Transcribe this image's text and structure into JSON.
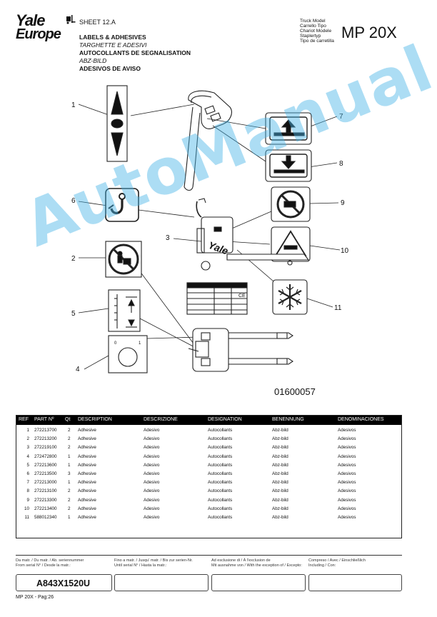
{
  "header": {
    "logo_line1": "Yale",
    "logo_line2": "Europe",
    "sheet": "SHEET 12.A",
    "titles": [
      {
        "text": "LABELS & ADHESIVES",
        "style": "bold"
      },
      {
        "text": "TARGHETTE E ADESIVI",
        "style": "italic"
      },
      {
        "text": "AUTOCOLLANTS DE SEGNALISATION",
        "style": "bold"
      },
      {
        "text": "ABZ-BILD",
        "style": "italic"
      },
      {
        "text": "ADESIVOS DE AVISO",
        "style": "bold"
      }
    ],
    "truck_model_labels": [
      "Truck Model",
      "Carrello Tipo",
      "Chariot Modele",
      "Staplertyp",
      "Tipo de carretilla"
    ],
    "model": "MP 20X"
  },
  "drawing": {
    "id": "01600057",
    "callouts": [
      "1",
      "2",
      "3",
      "4",
      "5",
      "6",
      "7",
      "8",
      "9",
      "10",
      "11"
    ],
    "brand_on_truck": "Yale"
  },
  "watermark": "AutoManual",
  "parts_table": {
    "columns": [
      "REF",
      "PART Nº",
      "Qt",
      "DESCRIPTION",
      "DESCRIZIONE",
      "DESIGNATION",
      "BENENNUNG",
      "DENOMINACIONES"
    ],
    "rows": [
      [
        "1",
        "272213700",
        "2",
        "Adhesive",
        "Adesivo",
        "Autocollants",
        "Abz-bild",
        "Adesivos"
      ],
      [
        "2",
        "272213200",
        "2",
        "Adhesive",
        "Adesivo",
        "Autocollants",
        "Abz-bild",
        "Adesivos"
      ],
      [
        "3",
        "272219100",
        "2",
        "Adhesive",
        "Adesivo",
        "Autocollants",
        "Abz-bild",
        "Adesivos"
      ],
      [
        "4",
        "272472800",
        "1",
        "Adhesive",
        "Adesivo",
        "Autocollants",
        "Abz-bild",
        "Adesivos"
      ],
      [
        "5",
        "272213600",
        "1",
        "Adhesive",
        "Adesivo",
        "Autocollants",
        "Abz-bild",
        "Adesivos"
      ],
      [
        "6",
        "272213500",
        "3",
        "Adhesive",
        "Adesivo",
        "Autocollants",
        "Abz-bild",
        "Adesivos"
      ],
      [
        "7",
        "272213000",
        "1",
        "Adhesive",
        "Adesivo",
        "Autocollants",
        "Abz-bild",
        "Adesivos"
      ],
      [
        "8",
        "272213100",
        "2",
        "Adhesive",
        "Adesivo",
        "Autocollants",
        "Abz-bild",
        "Adesivos"
      ],
      [
        "9",
        "272213300",
        "2",
        "Adhesive",
        "Adesivo",
        "Autocollants",
        "Abz-bild",
        "Adesivos"
      ],
      [
        "10",
        "272213400",
        "2",
        "Adhesive",
        "Adesivo",
        "Autocollants",
        "Abz-bild",
        "Adesivos"
      ],
      [
        "11",
        "588012340",
        "1",
        "Adhesive",
        "Adesivo",
        "Autocollants",
        "Abz-bild",
        "Adesivos"
      ]
    ]
  },
  "footer": {
    "from_labels": [
      "Da matr. / Du matr. / Ab. seriennummer",
      "From serial N° / Desde la matr.:"
    ],
    "until_labels": [
      "Fino a matr. / Jusqu' matr. / Bis zur serien-Nr.",
      "Until serial N° / Hasta la matr.:"
    ],
    "except_labels": [
      "Ad esclusione di / À l'exclusion de",
      "Mit ausnahme von / With the exception of / Excepto:"
    ],
    "including_labels": [
      "Compreso / Avec / Einschließlich",
      "Including / Con:"
    ],
    "from_value": "A843X1520U",
    "page": "MP 20X  - Pag:26"
  }
}
